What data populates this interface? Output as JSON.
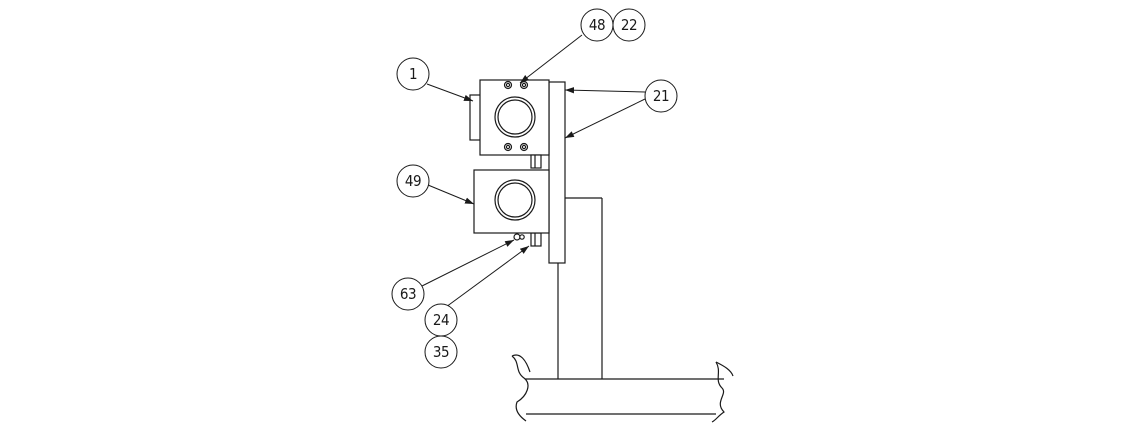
{
  "drawing": {
    "balloons": [
      {
        "key": "b1",
        "label": "1"
      },
      {
        "key": "b48",
        "label": "48"
      },
      {
        "key": "b22",
        "label": "22"
      },
      {
        "key": "b21",
        "label": "21"
      },
      {
        "key": "b49",
        "label": "49"
      },
      {
        "key": "b63",
        "label": "63"
      },
      {
        "key": "b24",
        "label": "24"
      },
      {
        "key": "b35",
        "label": "35"
      }
    ]
  }
}
